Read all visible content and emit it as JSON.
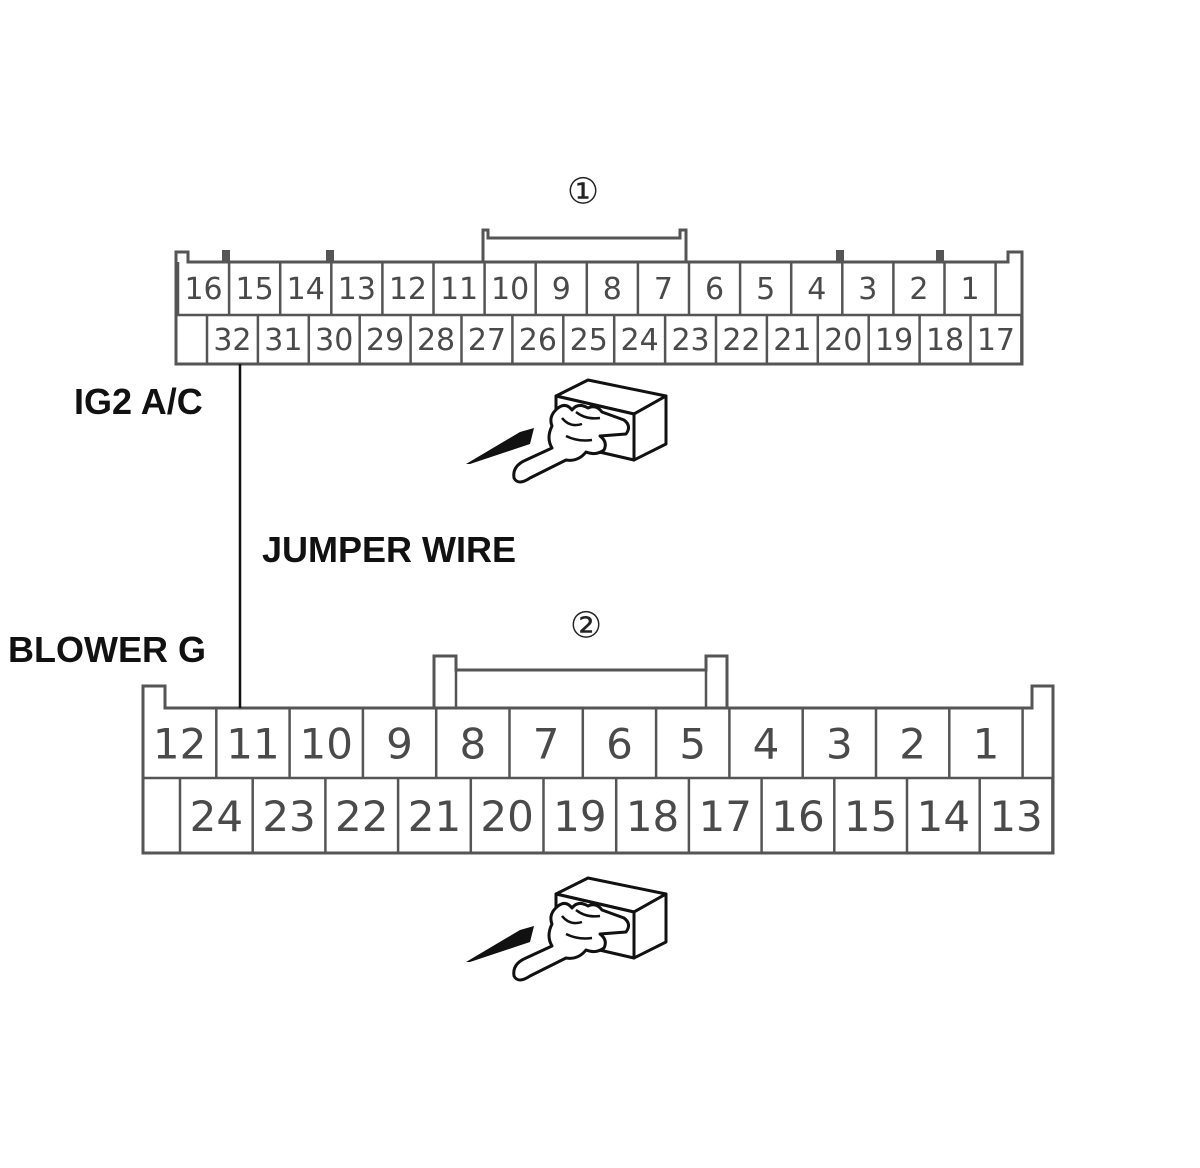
{
  "colors": {
    "line": "#555555",
    "wire": "#111111",
    "pin_text": "#4a4a4a",
    "label_text": "#111111"
  },
  "connector1": {
    "label": "①",
    "top_row": [
      "16",
      "15",
      "14",
      "13",
      "12",
      "11",
      "10",
      "9",
      "8",
      "7",
      "6",
      "5",
      "4",
      "3",
      "2",
      "1"
    ],
    "bottom_row": [
      "32",
      "31",
      "30",
      "29",
      "28",
      "27",
      "26",
      "25",
      "24",
      "23",
      "22",
      "21",
      "20",
      "19",
      "18",
      "17"
    ]
  },
  "connector2": {
    "label": "②",
    "top_row": [
      "12",
      "11",
      "10",
      "9",
      "8",
      "7",
      "6",
      "5",
      "4",
      "3",
      "2",
      "1"
    ],
    "bottom_row": [
      "24",
      "23",
      "22",
      "21",
      "20",
      "19",
      "18",
      "17",
      "16",
      "15",
      "14",
      "13"
    ]
  },
  "labels": {
    "ig2": "IG2 A/C",
    "jumper": "JUMPER WIRE",
    "blower": "BLOWER G"
  },
  "icons": {
    "insert_probe": "hand-pushing-connector-icon"
  }
}
